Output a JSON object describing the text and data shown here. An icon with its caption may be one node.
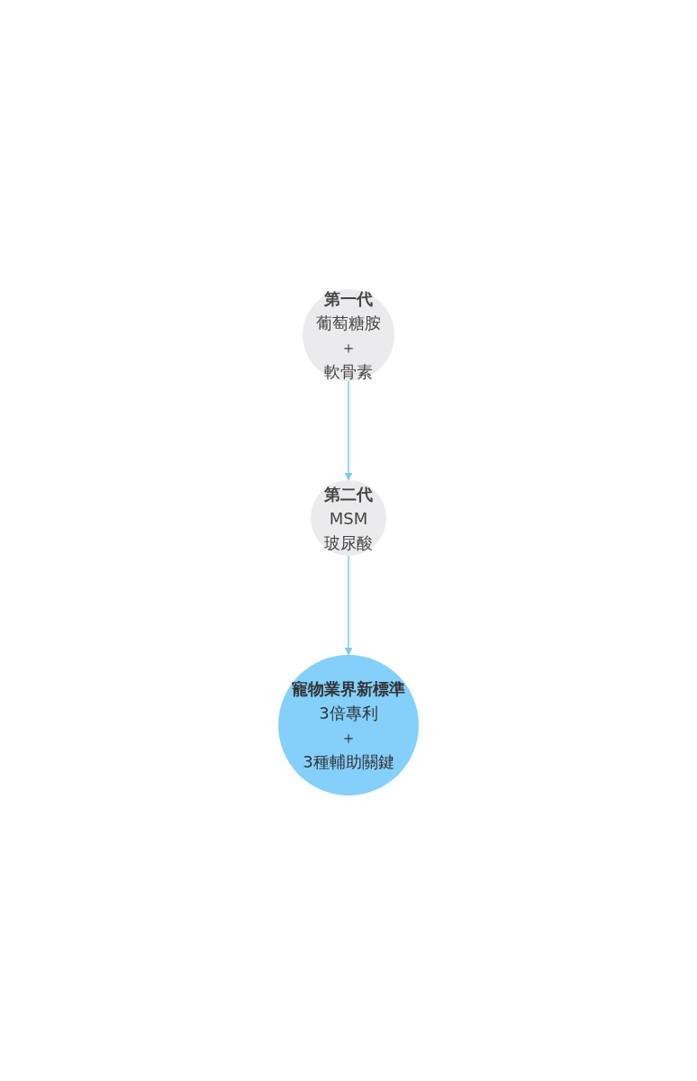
{
  "diagram": {
    "nodes": [
      {
        "text": [
          "第一代",
          "葡萄糖胺",
          "＋",
          "軟骨素"
        ]
      },
      {
        "text": [
          "第二代",
          "MSM",
          "玻尿酸"
        ]
      },
      {
        "text": [
          "寵物業界新標準",
          "3倍專利",
          "＋",
          "3種輔助關鍵"
        ]
      }
    ],
    "edges": [
      {
        "from": 0,
        "to": 1,
        "arrow": "to"
      },
      {
        "from": 1,
        "to": 2,
        "arrow": "to"
      }
    ]
  }
}
